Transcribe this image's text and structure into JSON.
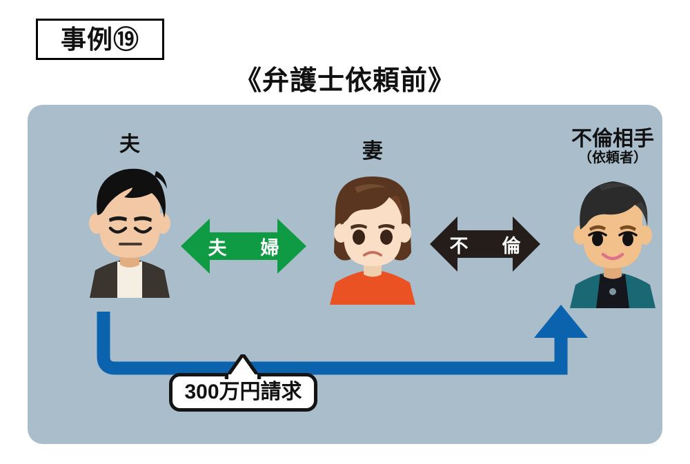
{
  "badge": {
    "label": "事例⑲"
  },
  "heading": {
    "text": "《弁護士依頼前》"
  },
  "panel": {
    "background_color": "#a9bdcb"
  },
  "people": [
    {
      "key": "husband",
      "label": "夫",
      "sublabel": "",
      "avatar_name": "avatar-husband",
      "hair_color": "#101010",
      "skin_color": "#f2c9a4",
      "clothing_color": "#3b3530"
    },
    {
      "key": "wife",
      "label": "妻",
      "sublabel": "",
      "avatar_name": "avatar-wife",
      "hair_color": "#5a3520",
      "skin_color": "#fadfc6",
      "clothing_color": "#ea5224"
    },
    {
      "key": "lover",
      "label": "不倫相手",
      "sublabel": "（依頼者）",
      "avatar_name": "avatar-affair-partner",
      "hair_color": "#2b2b2b",
      "skin_color": "#f2c08a",
      "clothing_color": "#1a6873"
    }
  ],
  "relationships": [
    {
      "key": "couple",
      "label": "夫　婦",
      "color": "#0f9b43",
      "from": "夫",
      "to": "妻",
      "direction": "both"
    },
    {
      "key": "affair",
      "label": "不　倫",
      "color": "#251d19",
      "from": "妻",
      "to": "不倫相手",
      "direction": "both"
    }
  ],
  "claim": {
    "label": "300万円請求",
    "color": "#0b62ad",
    "from": "夫",
    "to": "不倫相手",
    "amount": "300万円"
  }
}
